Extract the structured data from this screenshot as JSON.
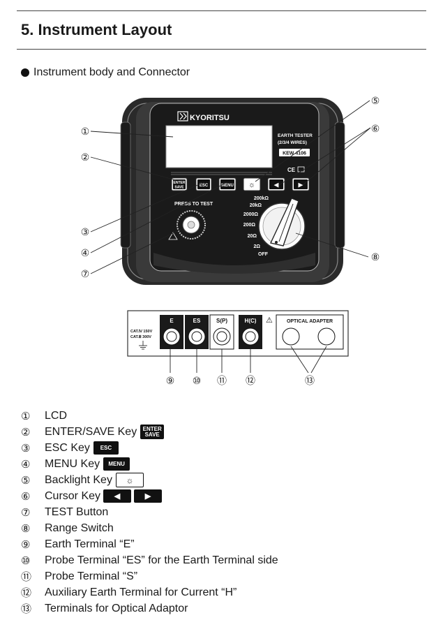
{
  "page": {
    "title": "5. Instrument Layout",
    "subtitle": "Instrument body and Connector"
  },
  "device": {
    "brand": "KYORITSU",
    "label_lines": [
      "EARTH TESTER",
      "(2/3/4 WIRES)"
    ],
    "model": "KEW 4106",
    "ce_mark": "CE",
    "keys": {
      "enter_top": "ENTER",
      "enter_bottom": "SAVE",
      "esc": "ESC",
      "menu": "MENU",
      "backlight": "☼",
      "cursor_left": "◀",
      "cursor_right": "▶"
    },
    "press_to_test": "PRESS TO TEST",
    "ranges": [
      "200kΩ",
      "20kΩ",
      "2000Ω",
      "200Ω",
      "20Ω",
      "2Ω",
      "OFF"
    ]
  },
  "connector": {
    "cat_lines": [
      "CAT.Ⅳ 150V",
      "CAT.Ⅲ 300V"
    ],
    "terminals": [
      "E",
      "ES",
      "S(P)",
      "H(C)"
    ],
    "optical_label": "OPTICAL ADAPTER",
    "warning_symbol": "⚠"
  },
  "callouts": [
    "①",
    "②",
    "③",
    "④",
    "⑤",
    "⑥",
    "⑦",
    "⑧",
    "⑨",
    "⑩",
    "⑪",
    "⑫",
    "⑬"
  ],
  "legend": [
    {
      "num": "①",
      "text": "LCD"
    },
    {
      "num": "②",
      "text": "ENTER/SAVE Key"
    },
    {
      "num": "③",
      "text": "ESC Key"
    },
    {
      "num": "④",
      "text": "MENU Key"
    },
    {
      "num": "⑤",
      "text": "Backlight Key"
    },
    {
      "num": "⑥",
      "text": "Cursor Key"
    },
    {
      "num": "⑦",
      "text": "TEST Button"
    },
    {
      "num": "⑧",
      "text": "Range Switch"
    },
    {
      "num": "⑨",
      "text": "Earth Terminal “E”"
    },
    {
      "num": "⑩",
      "text": "Probe Terminal “ES” for the Earth Terminal side"
    },
    {
      "num": "⑪",
      "text": "Probe Terminal “S”"
    },
    {
      "num": "⑫",
      "text": "Auxiliary Earth Terminal for Current “H”"
    },
    {
      "num": "⑬",
      "text": "Terminals for Optical Adaptor"
    }
  ]
}
